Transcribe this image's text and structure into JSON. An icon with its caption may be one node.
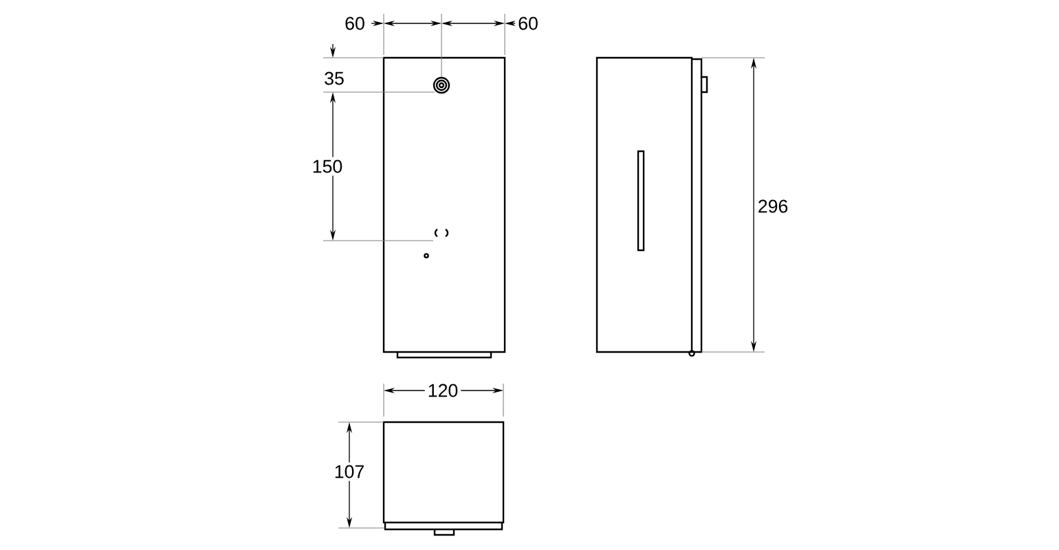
{
  "diagram": {
    "labels": [
      "60",
      "60",
      "35",
      "150",
      "296",
      "120",
      "107"
    ]
  }
}
